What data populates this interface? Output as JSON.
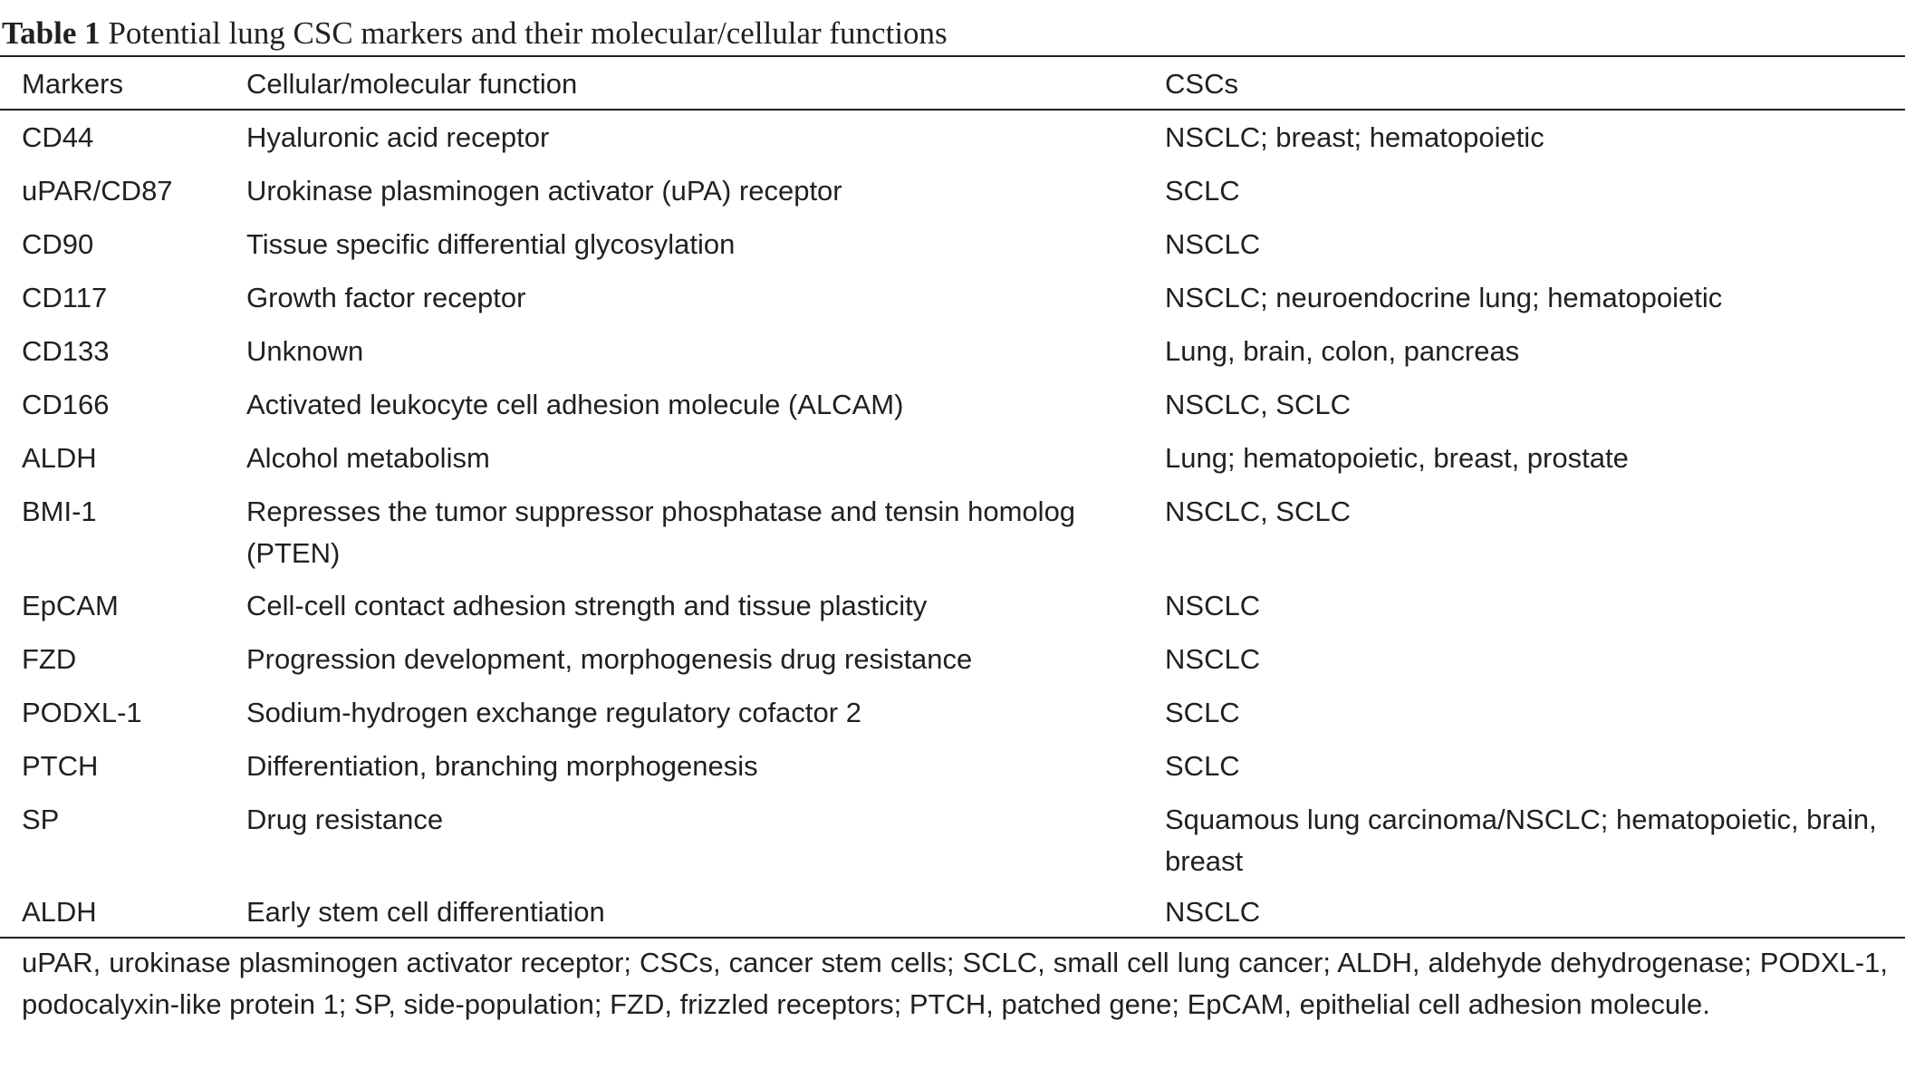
{
  "caption": {
    "label": "Table 1",
    "title": "Potential lung CSC markers and their molecular/cellular functions"
  },
  "table": {
    "headers": [
      "Markers",
      "Cellular/molecular function",
      "CSCs"
    ],
    "rows": [
      {
        "marker": "CD44",
        "function": "Hyaluronic acid receptor",
        "cscs": "NSCLC; breast; hematopoietic"
      },
      {
        "marker": "uPAR/CD87",
        "function": "Urokinase plasminogen activator (uPA) receptor",
        "cscs": "SCLC"
      },
      {
        "marker": "CD90",
        "function": "Tissue specific differential glycosylation",
        "cscs": "NSCLC"
      },
      {
        "marker": "CD117",
        "function": "Growth factor receptor",
        "cscs": "NSCLC; neuroendocrine lung; hematopoietic"
      },
      {
        "marker": "CD133",
        "function": "Unknown",
        "cscs": "Lung, brain, colon, pancreas"
      },
      {
        "marker": "CD166",
        "function": "Activated leukocyte cell adhesion molecule (ALCAM)",
        "cscs": "NSCLC, SCLC"
      },
      {
        "marker": "ALDH",
        "function": "Alcohol metabolism",
        "cscs": "Lung; hematopoietic, breast, prostate"
      },
      {
        "marker": "BMI-1",
        "function": "Represses the tumor suppressor phosphatase and tensin homolog (PTEN)",
        "cscs": "NSCLC, SCLC"
      },
      {
        "marker": "EpCAM",
        "function": "Cell-cell contact adhesion strength and tissue plasticity",
        "cscs": "NSCLC"
      },
      {
        "marker": "FZD",
        "function": "Progression development, morphogenesis drug resistance",
        "cscs": "NSCLC"
      },
      {
        "marker": "PODXL-1",
        "function": "Sodium-hydrogen exchange regulatory cofactor 2",
        "cscs": "SCLC"
      },
      {
        "marker": "PTCH",
        "function": "Differentiation, branching morphogenesis",
        "cscs": "SCLC"
      },
      {
        "marker": "SP",
        "function": "Drug resistance",
        "cscs": "Squamous lung carcinoma/NSCLC; hematopoietic, brain, breast"
      },
      {
        "marker": "ALDH",
        "function": "Early stem cell differentiation",
        "cscs": "NSCLC"
      }
    ]
  },
  "footnote": "uPAR, urokinase plasminogen activator receptor; CSCs, cancer stem cells; SCLC, small cell lung cancer; ALDH, aldehyde dehydrogenase; PODXL-1, podocalyxin-like protein 1; SP, side-population; FZD, frizzled receptors; PTCH, patched gene; EpCAM, epithelial cell adhesion molecule."
}
